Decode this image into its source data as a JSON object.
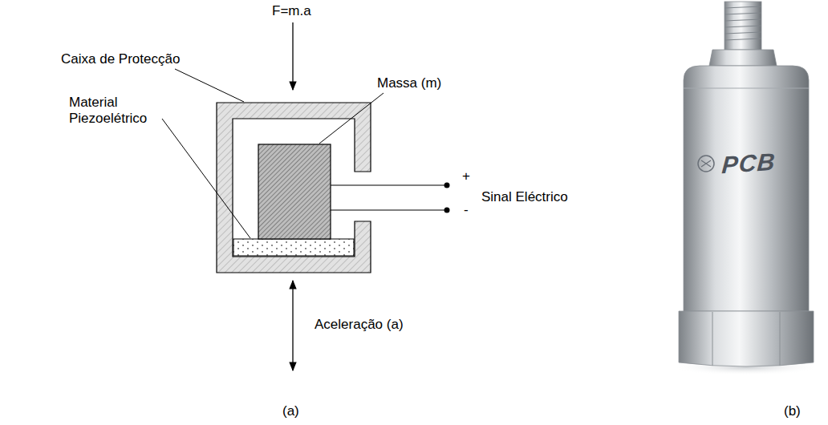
{
  "diagram": {
    "labels": [
      "F=m.a",
      "Caixa de Protecção",
      "Massa (m)",
      "Material Piezoelétrico",
      "Sinal Eléctrico",
      "+",
      "-",
      "Aceleração (a)",
      "(a)",
      "(b)",
      "PCB"
    ]
  }
}
